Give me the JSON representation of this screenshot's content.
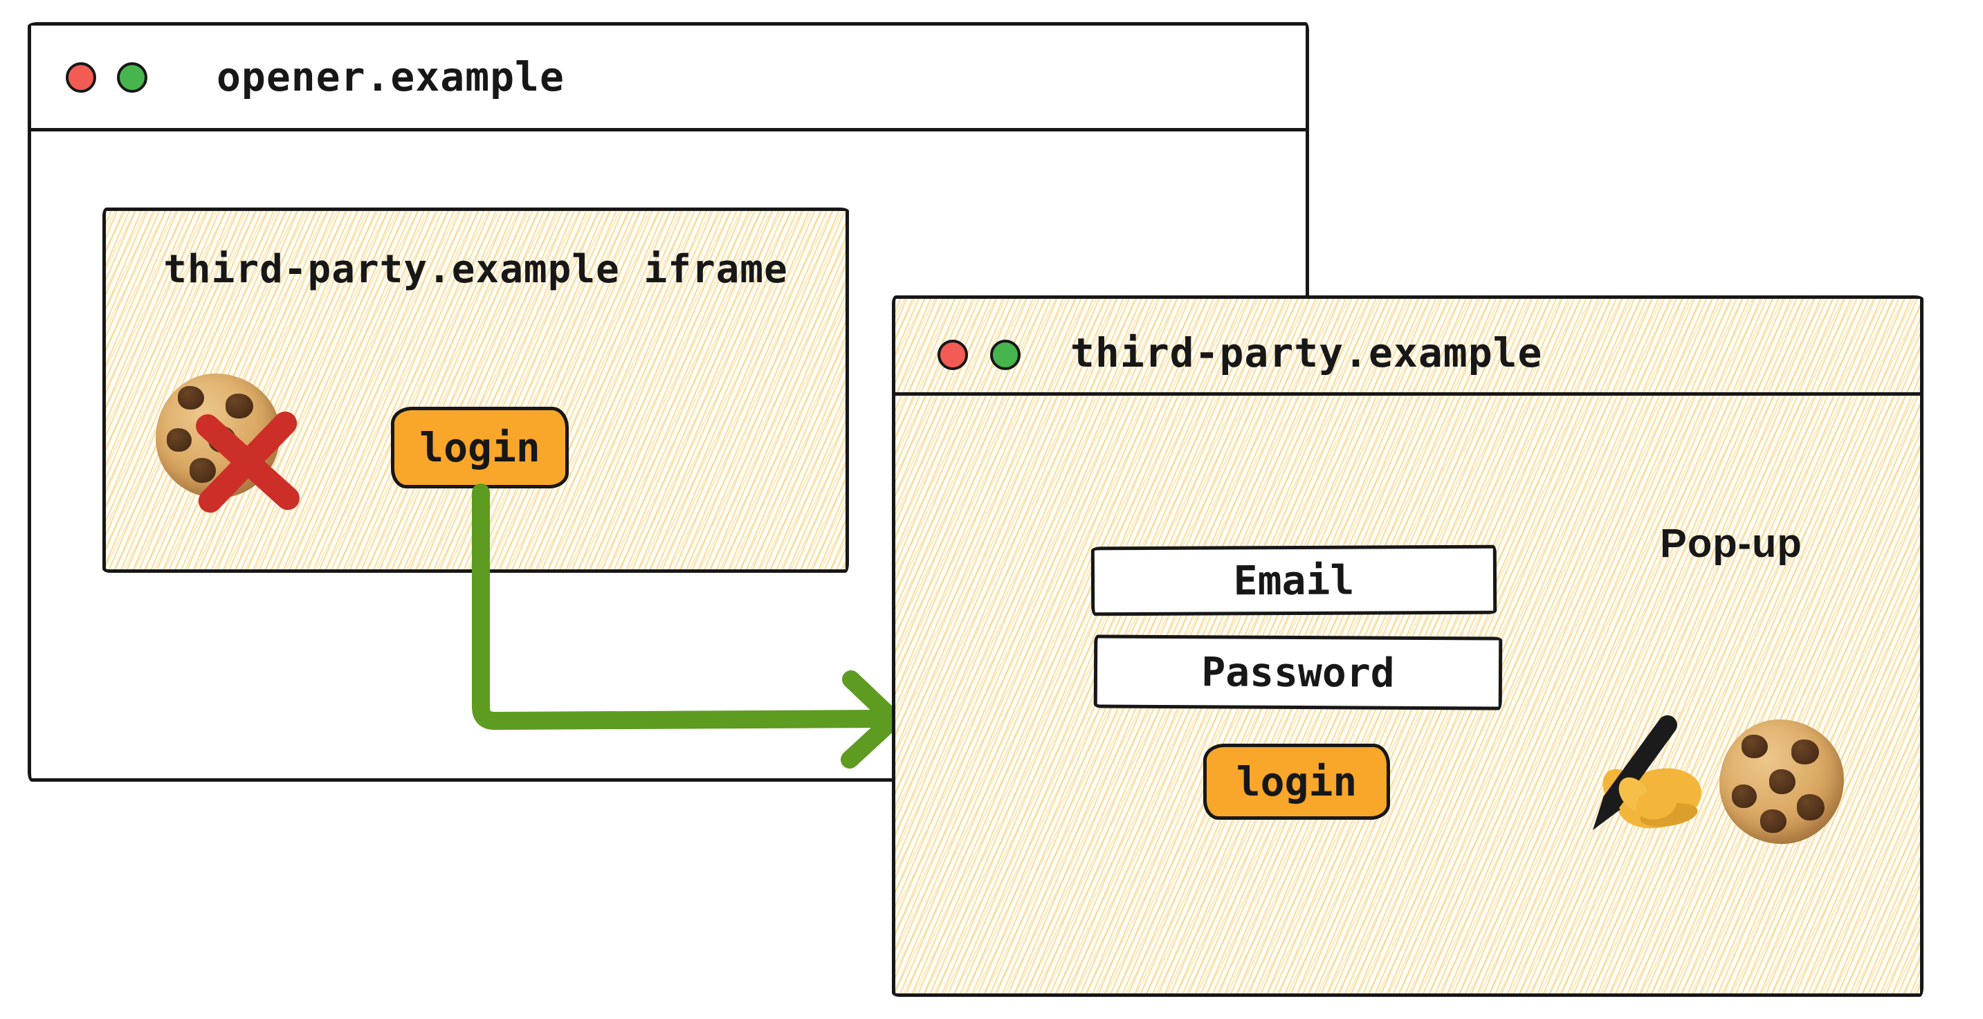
{
  "opener_window": {
    "title": "opener.example",
    "traffic_lights": [
      "red",
      "green"
    ],
    "iframe": {
      "label": "third-party.example iframe",
      "login_button": "login",
      "icons": [
        "cookie-icon",
        "blocked-cross-icon"
      ]
    }
  },
  "popup_window": {
    "title": "third-party.example",
    "annotation": "Pop-up",
    "traffic_lights": [
      "red",
      "green"
    ],
    "email_label": "Email",
    "password_label": "Password",
    "login_button": "login",
    "icons": [
      "writing-hand-icon",
      "cookie-icon"
    ]
  },
  "arrow": {
    "icon": "login-to-popup-arrow-icon",
    "color": "#5d9b21"
  },
  "colors": {
    "button_orange": "#f8a72a",
    "arrow_green": "#5d9b21",
    "blocked_cross_red": "#cc2f27",
    "traffic_light_red": "#f25c54",
    "traffic_light_green": "#46b54d",
    "outline_ink": "#171717",
    "hatch_stroke": "#f0c464",
    "window_background": "#ffffff"
  }
}
